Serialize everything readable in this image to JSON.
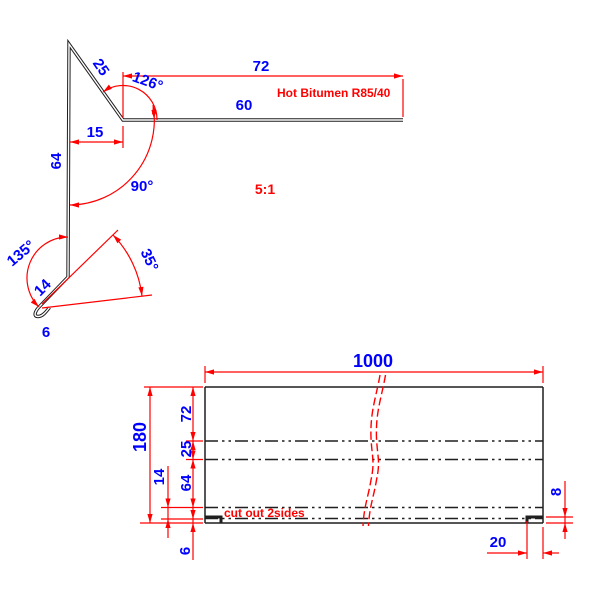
{
  "colors": {
    "background": "#ffffff",
    "geometry_black": "#1f1f1f",
    "dimension_red": "#ff0000",
    "label_blue": "#0000ff"
  },
  "profile_view": {
    "scale_label": "5:1",
    "material_note": "Hot Bitumen R85/40",
    "dim_flange_overall": "72",
    "dim_flange_inner": "60",
    "dim_top_fold": "25",
    "dim_offset": "15",
    "dim_web": "64",
    "dim_kick": "14",
    "dim_hem": "6",
    "angle_top_bend": "126°",
    "angle_web_flange": "90°",
    "angle_kick": "135°",
    "angle_hem": "35°"
  },
  "development_view": {
    "dim_length": "1000",
    "dim_height_overall": "180",
    "dim_fold_1": "72",
    "dim_fold_2": "25",
    "dim_fold_3": "64",
    "dim_fold_4": "14",
    "dim_fold_5": "6",
    "dim_notch_height": "8",
    "dim_notch_width": "20",
    "note_cutout": "cut out 2sides"
  }
}
